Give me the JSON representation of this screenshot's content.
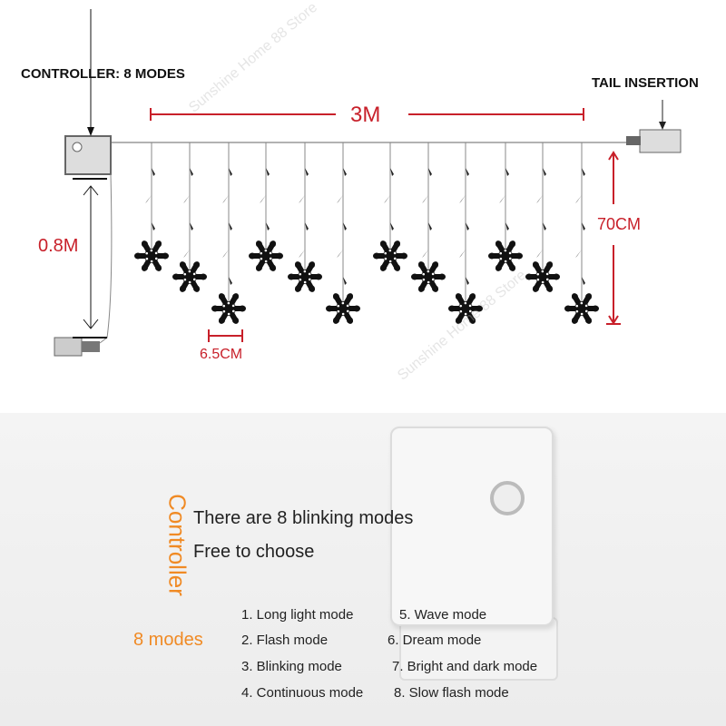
{
  "diagram": {
    "controller_label": "CONTROLLER: 8 MODES",
    "tail_label": "TAIL INSERTION",
    "width_label": "3M",
    "height_label": "70CM",
    "lead_label": "0.8M",
    "spacing_label": "6.5CM",
    "watermark": "Sunshine Home 88 Store",
    "accent_color": "#c8202a"
  },
  "controller_section": {
    "vertical_title": "Controller",
    "headline": "There are 8 blinking modes",
    "subline": "Free to choose",
    "modes_label": "8 modes",
    "accent_color": "#f08a24",
    "modes": [
      "1. Long light mode",
      "2. Flash mode",
      "3. Blinking mode",
      "4. Continuous mode",
      "5. Wave mode",
      "6. Dream mode",
      "7. Bright and dark mode",
      "8. Slow flash mode"
    ]
  }
}
